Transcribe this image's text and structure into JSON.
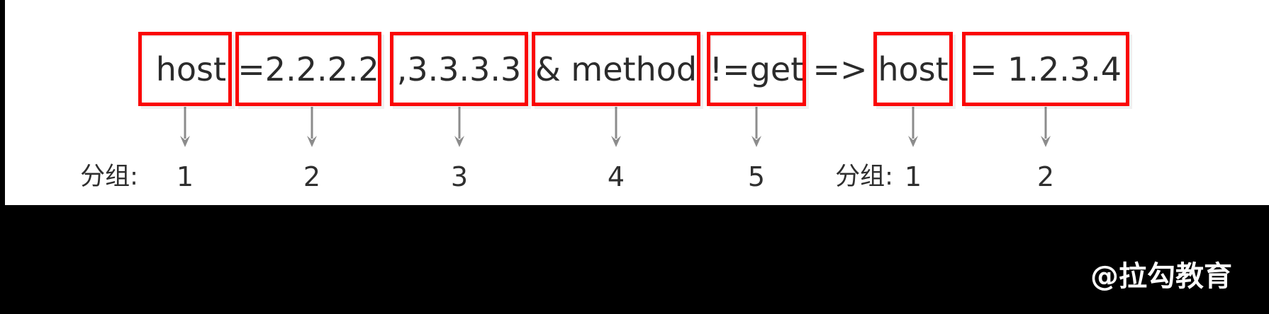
{
  "rule_diagram": {
    "group_label": "分组:",
    "separator": "=>",
    "match_segments": [
      {
        "text": "host",
        "group": "1"
      },
      {
        "text": "=2.2.2.2",
        "group": "2"
      },
      {
        "text": ",3.3.3.3",
        "group": "3"
      },
      {
        "text": "& method",
        "group": "4"
      },
      {
        "text": "!=get",
        "group": "5"
      }
    ],
    "rewrite_segments": [
      {
        "text": "host",
        "group": "1"
      },
      {
        "text": "= 1.2.3.4",
        "group": "2"
      }
    ]
  },
  "watermark": "@拉勾教育",
  "colors": {
    "box_border": "#fa0606",
    "text": "#2b2b2b",
    "arrow": "#8c8c8c",
    "footer_bar": "#000000",
    "watermark_text": "#fcfcfc"
  }
}
